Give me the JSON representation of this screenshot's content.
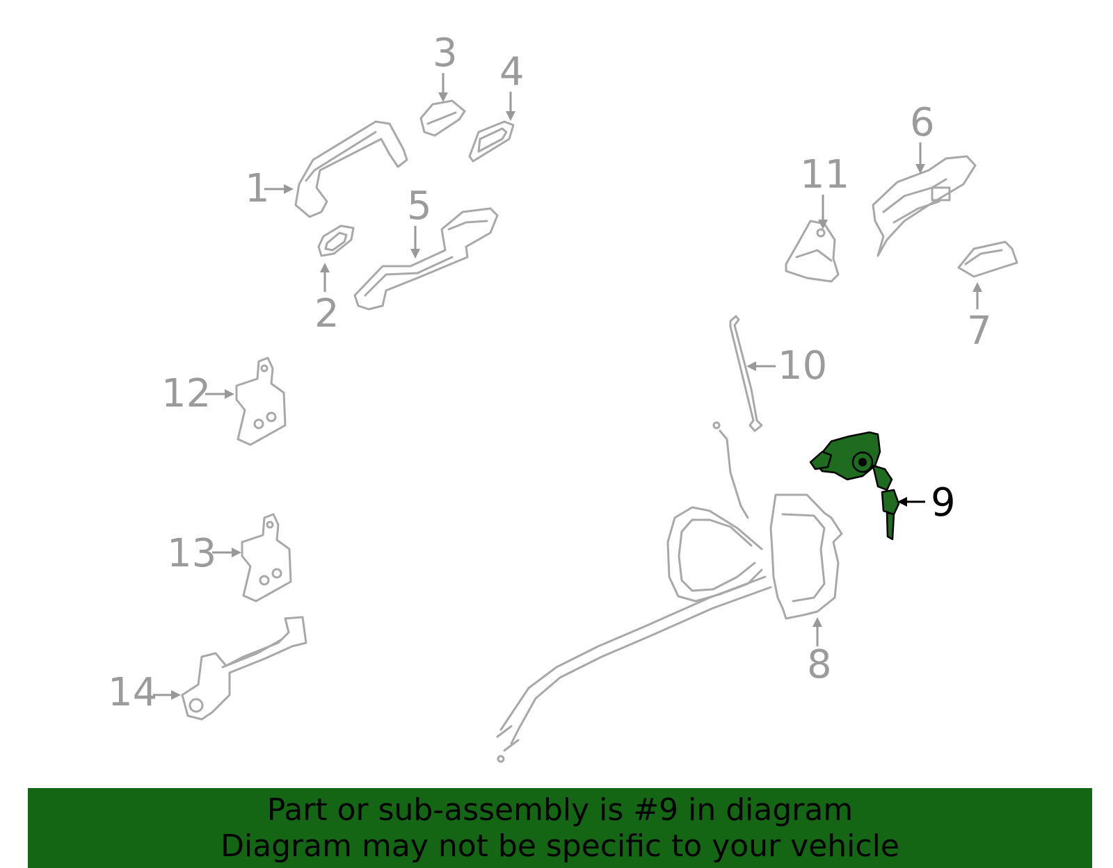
{
  "diagram": {
    "callouts": {
      "c1": "1",
      "c2": "2",
      "c3": "3",
      "c4": "4",
      "c5": "5",
      "c6": "6",
      "c7": "7",
      "c8": "8",
      "c9": "9",
      "c10": "10",
      "c11": "11",
      "c12": "12",
      "c13": "13",
      "c14": "14"
    },
    "highlighted_part": "9",
    "colors": {
      "part_outline": "#a8a8a8",
      "callout_text": "#9b9b9b",
      "highlight_fill": "#1f6b1f",
      "highlight_text": "#000000",
      "banner_background": "#146614"
    }
  },
  "banner": {
    "line1": "Part or sub-assembly is #9 in diagram",
    "line2": "Diagram may not be specific to your vehicle"
  }
}
